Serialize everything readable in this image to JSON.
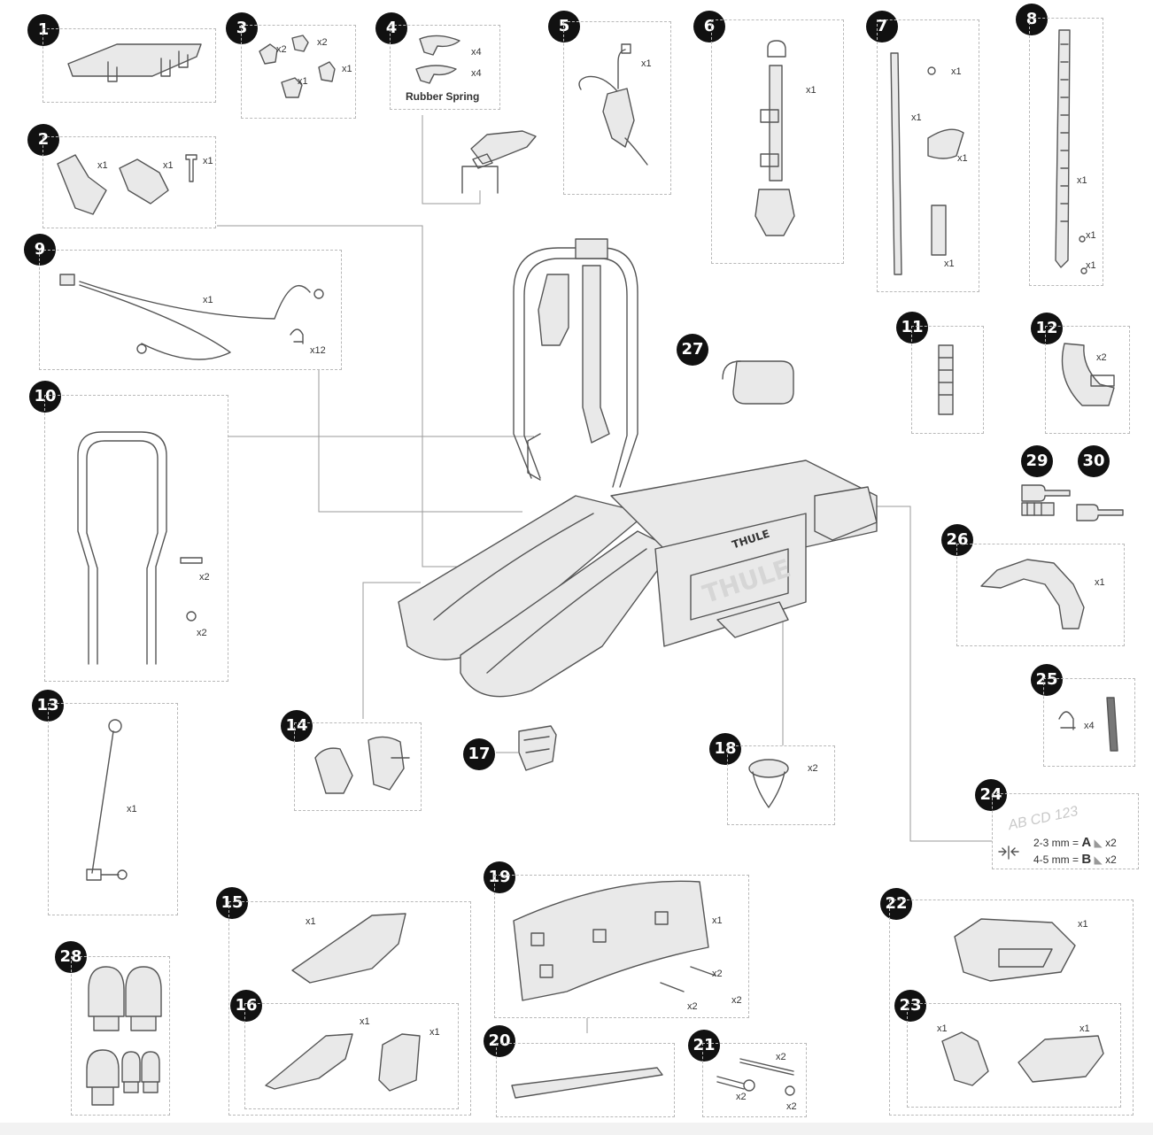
{
  "parts": [
    {
      "id": "p1",
      "num": "1",
      "quantities": []
    },
    {
      "id": "p2",
      "num": "2",
      "quantities": [
        "x1",
        "x1",
        "x1"
      ]
    },
    {
      "id": "p3",
      "num": "3",
      "quantities": [
        "x2",
        "x2",
        "x1",
        "x1"
      ]
    },
    {
      "id": "p4",
      "num": "4",
      "quantities": [
        "x4",
        "x4"
      ],
      "label": "Rubber Spring"
    },
    {
      "id": "p5",
      "num": "5",
      "quantities": [
        "x1"
      ]
    },
    {
      "id": "p6",
      "num": "6",
      "quantities": [
        "x1"
      ]
    },
    {
      "id": "p7",
      "num": "7",
      "quantities": [
        "x1",
        "x1",
        "x1",
        "x1"
      ]
    },
    {
      "id": "p8",
      "num": "8",
      "quantities": [
        "x1",
        "x1",
        "x1"
      ]
    },
    {
      "id": "p9",
      "num": "9",
      "quantities": [
        "x1",
        "x12"
      ]
    },
    {
      "id": "p10",
      "num": "10",
      "quantities": [
        "x2",
        "x2"
      ]
    },
    {
      "id": "p11",
      "num": "11",
      "quantities": []
    },
    {
      "id": "p12",
      "num": "12",
      "quantities": [
        "x2"
      ]
    },
    {
      "id": "p13",
      "num": "13",
      "quantities": [
        "x1"
      ]
    },
    {
      "id": "p14",
      "num": "14",
      "quantities": []
    },
    {
      "id": "p15",
      "num": "15",
      "quantities": [
        "x1"
      ]
    },
    {
      "id": "p16",
      "num": "16",
      "quantities": [
        "x1",
        "x1"
      ]
    },
    {
      "id": "p17",
      "num": "17",
      "quantities": []
    },
    {
      "id": "p18",
      "num": "18",
      "quantities": [
        "x2"
      ]
    },
    {
      "id": "p19",
      "num": "19",
      "quantities": [
        "x1",
        "x2",
        "x2",
        "x2"
      ]
    },
    {
      "id": "p20",
      "num": "20",
      "quantities": []
    },
    {
      "id": "p21",
      "num": "21",
      "quantities": [
        "x2",
        "x2",
        "x2"
      ]
    },
    {
      "id": "p22",
      "num": "22",
      "quantities": [
        "x1"
      ]
    },
    {
      "id": "p23",
      "num": "23",
      "quantities": [
        "x1",
        "x1"
      ]
    },
    {
      "id": "p24",
      "num": "24",
      "quantities": [
        "x2",
        "x2"
      ],
      "plate_text": "AB CD 123",
      "spec_lines": [
        {
          "range": "2-3 mm =",
          "letter": "A"
        },
        {
          "range": "4-5 mm =",
          "letter": "B"
        }
      ]
    },
    {
      "id": "p25",
      "num": "25",
      "quantities": [
        "x4"
      ]
    },
    {
      "id": "p26",
      "num": "26",
      "quantities": [
        "x1"
      ]
    },
    {
      "id": "p27",
      "num": "27",
      "quantities": []
    },
    {
      "id": "p28",
      "num": "28",
      "quantities": []
    },
    {
      "id": "p29",
      "num": "29",
      "quantities": []
    },
    {
      "id": "p30",
      "num": "30",
      "quantities": []
    }
  ],
  "brand": {
    "logo_text": "THULE"
  }
}
